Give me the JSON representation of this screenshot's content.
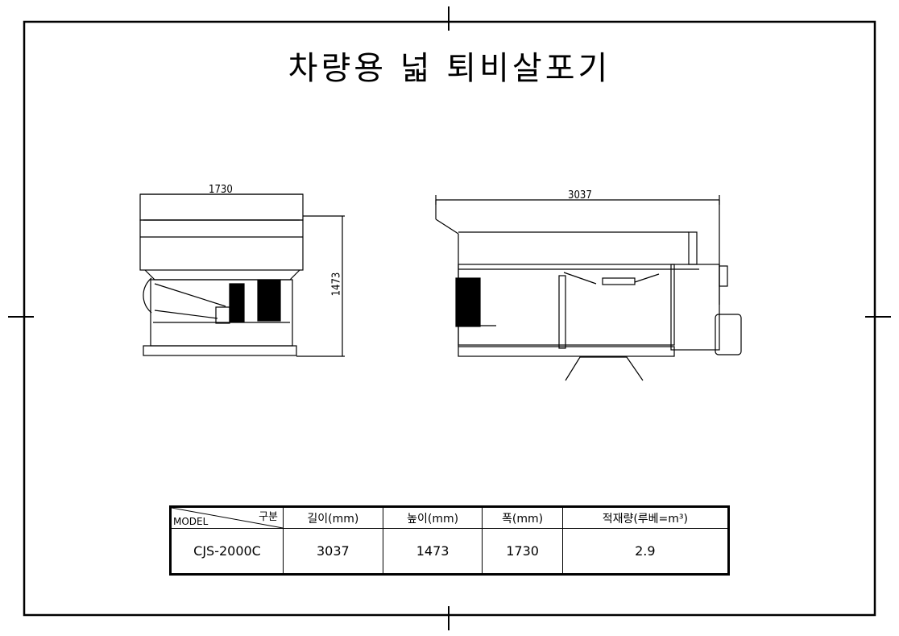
{
  "title": "차량용 넓 퇴비살포기",
  "drawings": {
    "front_view": {
      "width_dim": "1730",
      "height_dim": "1473"
    },
    "side_view": {
      "length_dim": "3037"
    }
  },
  "spec_table": {
    "corner_model": "MODEL",
    "corner_category": "구분",
    "headers": [
      "길이(mm)",
      "높이(mm)",
      "폭(mm)",
      "적재량(루베=m³)"
    ],
    "rows": [
      {
        "model": "CJS-2000C",
        "length": "3037",
        "height": "1473",
        "width": "1730",
        "capacity": "2.9"
      }
    ]
  }
}
